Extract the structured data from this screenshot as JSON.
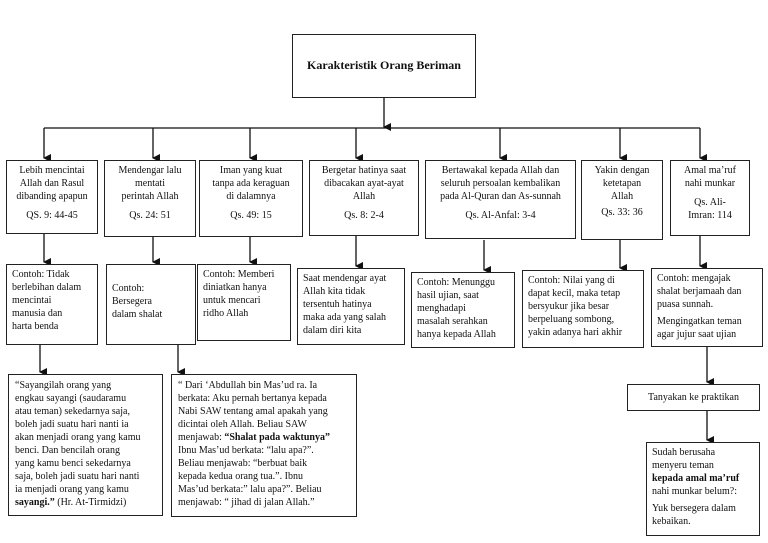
{
  "title": "Karakteristik Orang Beriman",
  "columns": [
    {
      "char": [
        "Lebih mencintai",
        "Allah dan Rasul",
        "dibanding apapun"
      ],
      "ref": "QS. 9: 44-45",
      "example": [
        "Contoh: Tidak",
        "berlebihan dalam",
        "mencintai",
        "manusia dan",
        "harta benda"
      ]
    },
    {
      "char": [
        "Mendengar lalu",
        "mentati",
        "perintah Allah"
      ],
      "ref": "Qs. 24: 51",
      "example": [
        "Contoh:",
        "Bersegera",
        "dalam shalat"
      ]
    },
    {
      "char": [
        "Iman yang kuat",
        "tanpa ada keraguan",
        "di dalamnya"
      ],
      "ref": "Qs. 49: 15",
      "example": [
        "Contoh: Memberi",
        "diniatkan hanya",
        "untuk mencari",
        "ridho Allah"
      ]
    },
    {
      "char": [
        "Bergetar hatinya saat",
        "dibacakan ayat-ayat",
        "Allah"
      ],
      "ref": "Qs. 8: 2-4",
      "example": [
        "Saat mendengar ayat",
        "Allah kita tidak",
        "tersentuh hatinya",
        "maka ada yang salah",
        "dalam diri kita"
      ]
    },
    {
      "char": [
        "Bertawakal kepada Allah dan",
        "seluruh persoalan kembalikan",
        "pada Al-Quran dan As-sunnah"
      ],
      "ref": "Qs. Al-Anfal: 3-4",
      "example": [
        "Contoh: Menunggu",
        "hasil ujian, saat",
        "menghadapi",
        "masalah serahkan",
        "hanya kepada Allah"
      ]
    },
    {
      "char": [
        "Yakin dengan",
        "ketetapan",
        "Allah"
      ],
      "ref": "Qs. 33: 36",
      "example": [
        "Contoh: Nilai yang di",
        "dapat kecil, maka tetap",
        "bersyukur jika besar",
        "berpeluang sombong,",
        "yakin adanya hari akhir"
      ]
    },
    {
      "char": [
        "Amal ma’ruf",
        "nahi munkar"
      ],
      "ref": [
        "Qs. Ali-",
        "Imran: 114"
      ],
      "example": [
        "Contoh: mengajak",
        "shalat berjamaah dan",
        "puasa sunnah."
      ],
      "example2": [
        "Mengingatkan teman",
        "agar jujur saat ujian"
      ]
    }
  ],
  "hadith1": {
    "lines": [
      "“Sayangilah orang yang",
      "engkau sayangi (saudaramu",
      "atau teman) sekedarnya saja,",
      "boleh jadi suatu hari nanti ia",
      "akan menjadi orang yang kamu",
      "benci. Dan bencilah orang",
      "yang kamu benci sekedarnya",
      "saja, boleh jadi suatu hari nanti",
      "ia menjadi orang yang kamu"
    ],
    "last_bold": "sayangi.”",
    "last_rest": " (Hr. At-Tirmidzi)"
  },
  "hadith2": {
    "lines": [
      "“ Dari ‘Abdullah bin Mas’ud ra. Ia",
      "berkata: Aku pernah bertanya kepada",
      "Nabi SAW tentang amal apakah yang",
      "dicintai oleh Allah. Beliau SAW"
    ],
    "l5_a": "menjawab: ",
    "l5_b": "“Shalat pada waktunya”",
    "l6": "Ibnu Mas’ud berkata: “lalu apa?”.",
    "l7": "Beliau menjawab: “berbuat baik",
    "l8": "kepada kedua orang tua.”. Ibnu",
    "l9": "Mas’ud berkata:” lalu apa?”. Beliau",
    "l10": "menjawab: “ jihad di jalan Allah.”"
  },
  "practice": "Tanyakan ke praktikan",
  "practice_answer": {
    "l1": "Sudah berusaha",
    "l2": "menyeru teman",
    "l3_bold": "kepada amal ma’ruf",
    "l4": "nahi munkar belum?:",
    "l5": "Yuk bersegera dalam",
    "l6": "kebaikan."
  }
}
